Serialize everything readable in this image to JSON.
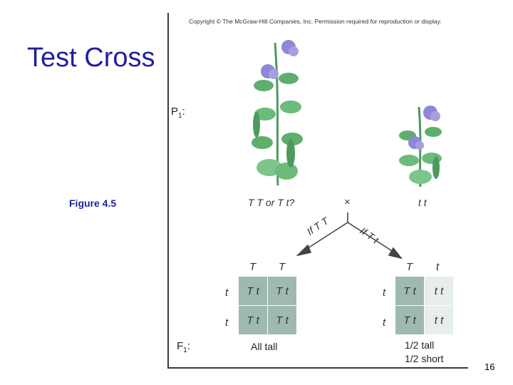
{
  "slide": {
    "title": "Test Cross",
    "figure_label": "Figure 4.5",
    "page_number": "16"
  },
  "figure": {
    "copyright": "Copyright © The McGraw-Hill Companies, Inc. Permission required for reproduction or display.",
    "p1_label": "P",
    "p1_sub": "1",
    "p1_colon": ":",
    "f1_label": "F",
    "f1_sub": "1",
    "f1_colon": ":",
    "left_parent_genotype": "T T or T t?",
    "cross_symbol": "×",
    "right_parent_genotype": "t t",
    "branch_left_label": "If T T",
    "branch_right_label": "If T t",
    "left_square": {
      "top_gametes": [
        "T",
        "T"
      ],
      "side_gametes": [
        "t",
        "t"
      ],
      "cells": [
        [
          "T t",
          "T t"
        ],
        [
          "T t",
          "T t"
        ]
      ],
      "result": "All tall"
    },
    "right_square": {
      "top_gametes": [
        "T",
        "t"
      ],
      "side_gametes": [
        "t",
        "t"
      ],
      "cells": [
        [
          "T t",
          "t t"
        ],
        [
          "T t",
          "t t"
        ]
      ],
      "result_line1": "1/2 tall",
      "result_line2": "1/2 short"
    },
    "colors": {
      "title": "#1f1f9f",
      "dominant_cell": "#9db9b2",
      "recessive_cell": "#e7eeec",
      "flower": "#8e86d6",
      "leaf": "#5fae6e"
    }
  }
}
